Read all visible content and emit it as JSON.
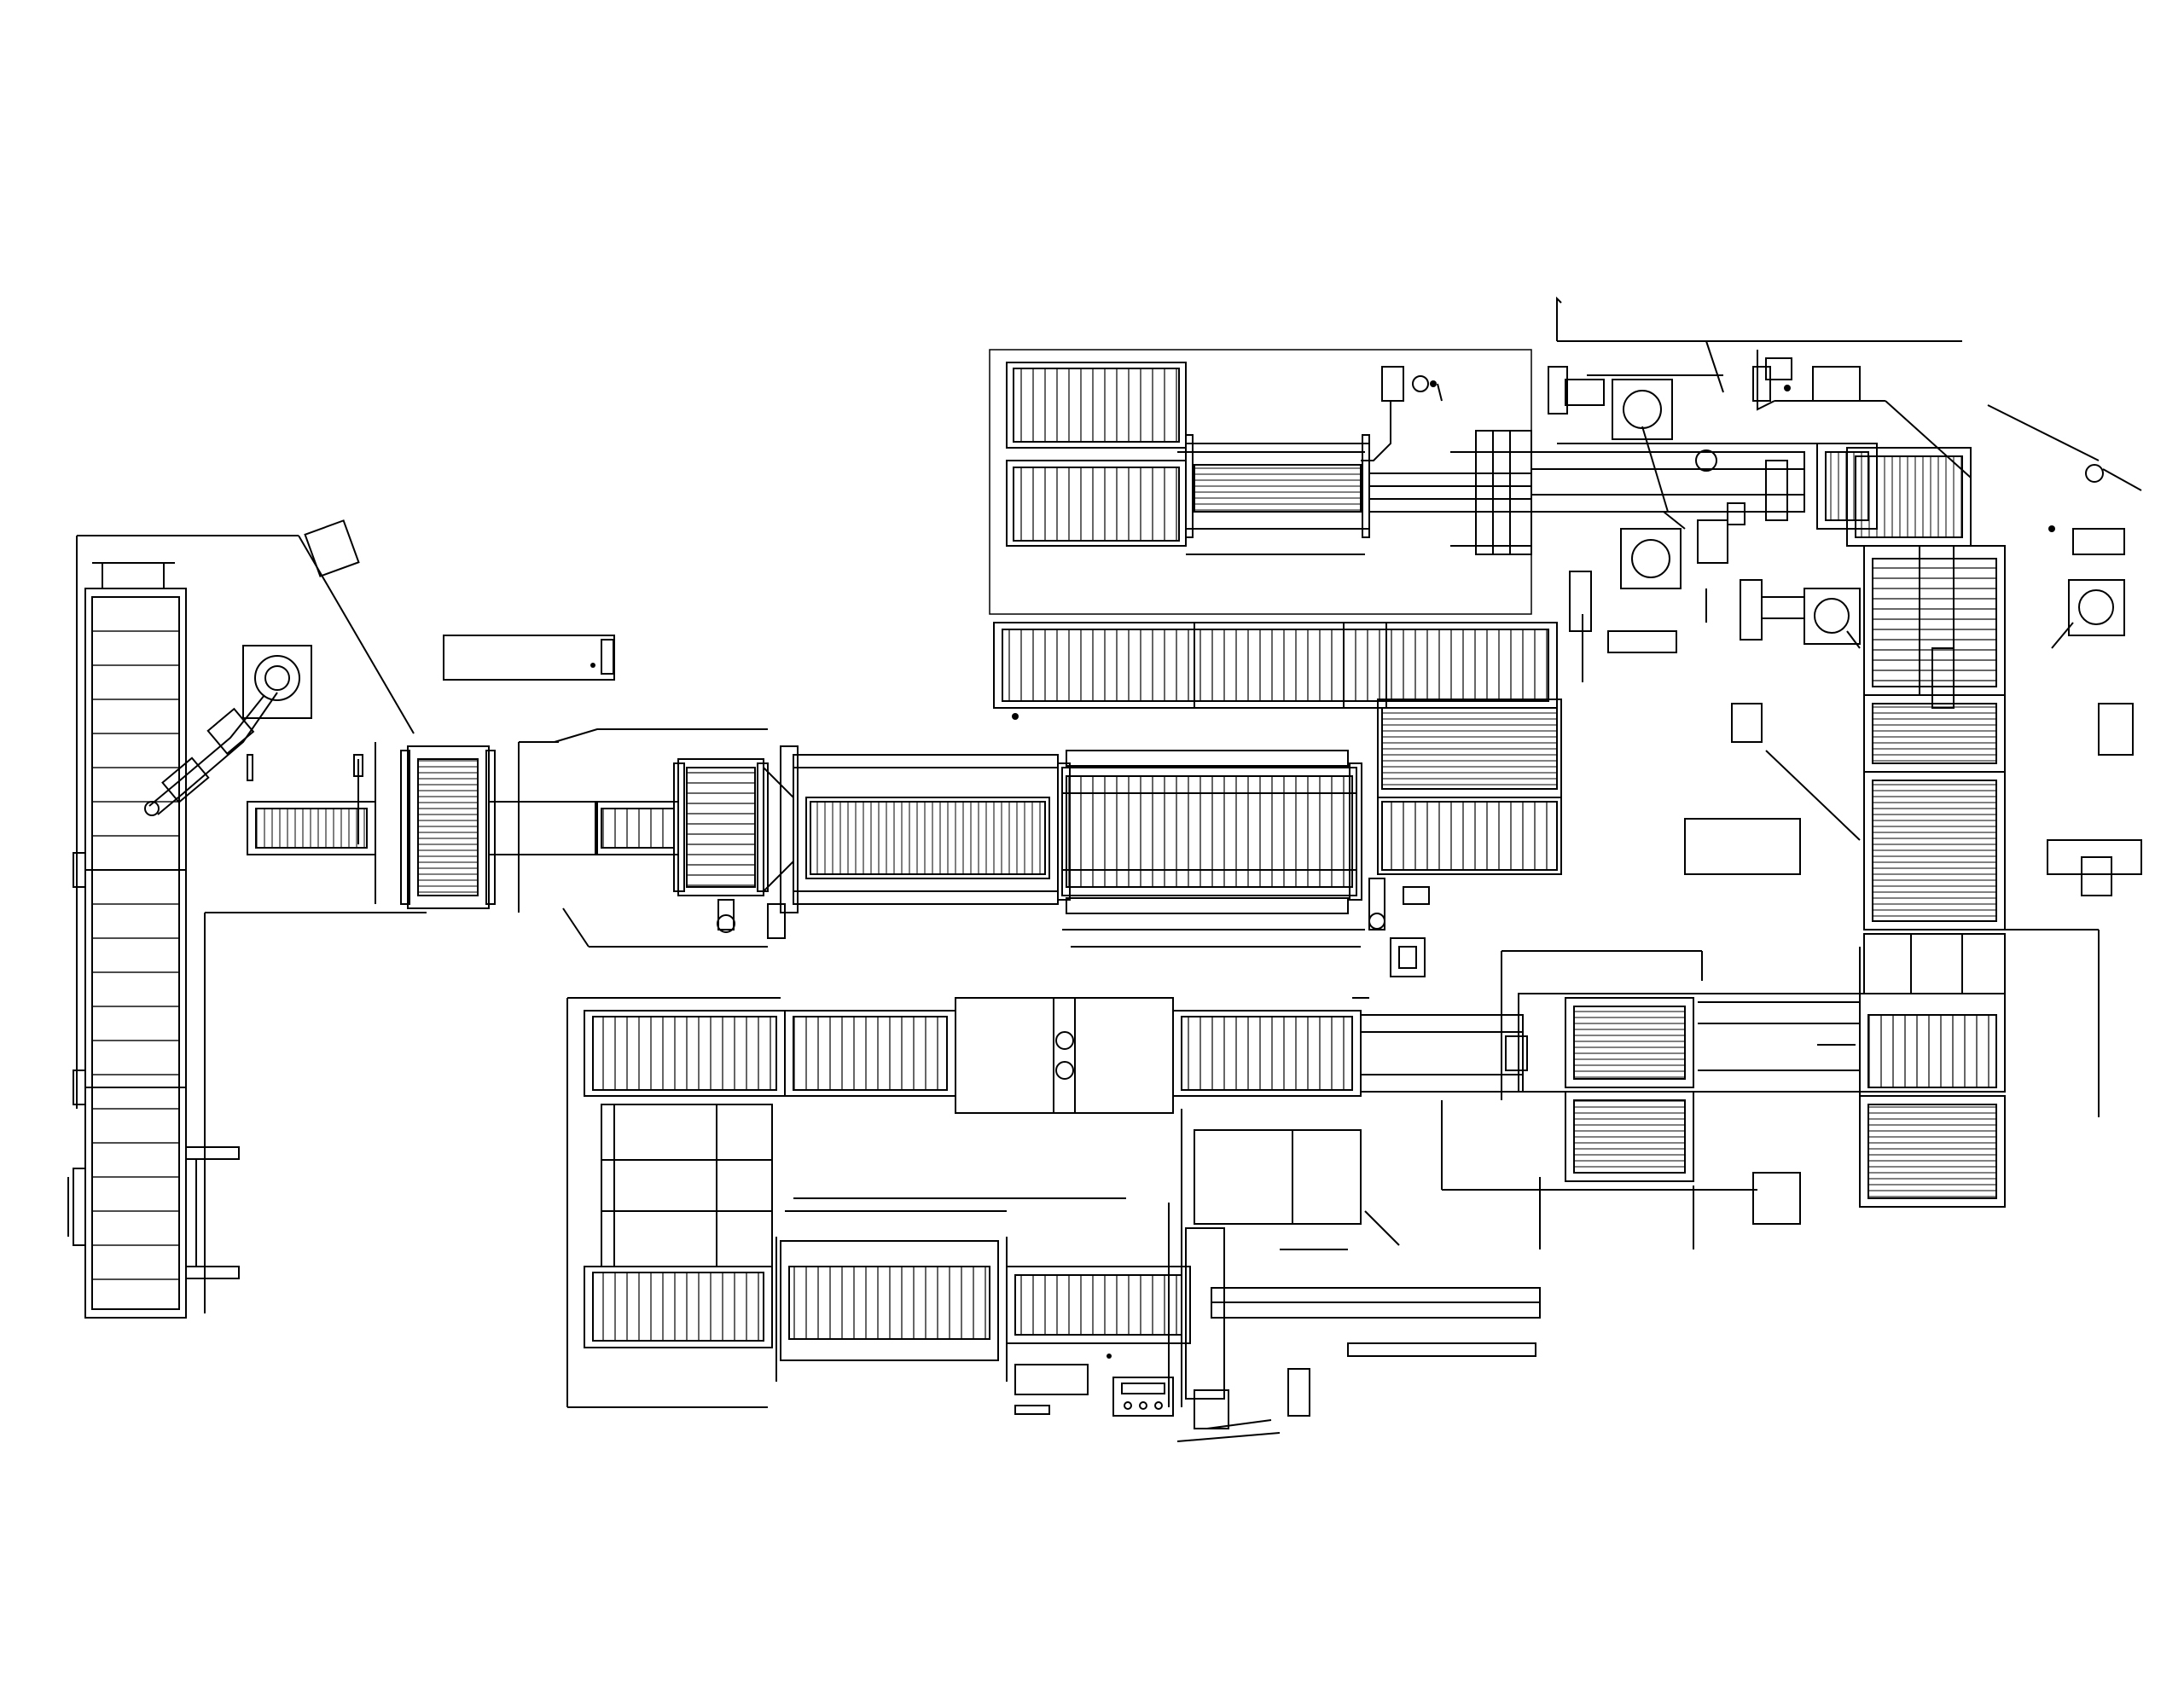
{
  "drawing": {
    "kind": "plan-view line drawing",
    "line_color": "#000000",
    "background_color": "#ffffff",
    "text_labels": []
  },
  "stations": [
    {
      "id": "robot-infeed",
      "icon": "robot-arm-icon"
    },
    {
      "id": "long-roller-conveyor",
      "icon": "roller-conveyor-icon"
    },
    {
      "id": "transfer-unit-1",
      "icon": "transfer-unit-icon"
    },
    {
      "id": "main-process-line",
      "icon": "roller-conveyor-icon"
    },
    {
      "id": "upper-roller-section",
      "icon": "roller-conveyor-icon"
    },
    {
      "id": "dual-robot-cell",
      "icon": "robot-arm-icon"
    },
    {
      "id": "right-robot-cell",
      "icon": "robot-arm-icon"
    },
    {
      "id": "right-vertical-conveyor",
      "icon": "roller-conveyor-icon"
    },
    {
      "id": "lower-line",
      "icon": "roller-conveyor-icon"
    },
    {
      "id": "lower-left-buffer",
      "icon": "roller-conveyor-icon"
    },
    {
      "id": "control-panel",
      "icon": "control-panel-icon"
    }
  ]
}
